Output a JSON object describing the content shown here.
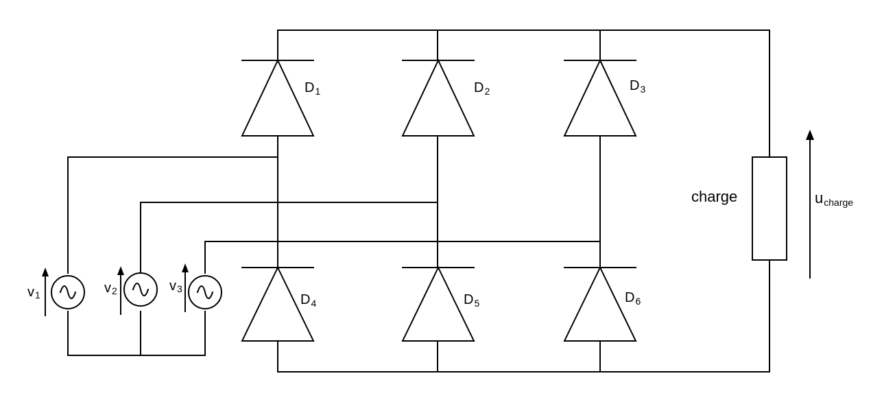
{
  "diodes": {
    "d1": {
      "letter": "D",
      "index": "1"
    },
    "d2": {
      "letter": "D",
      "index": "2"
    },
    "d3": {
      "letter": "D",
      "index": "3"
    },
    "d4": {
      "letter": "D",
      "index": "4"
    },
    "d5": {
      "letter": "D",
      "index": "5"
    },
    "d6": {
      "letter": "D",
      "index": "6"
    }
  },
  "sources": {
    "v1": {
      "letter": "v",
      "index": "1",
      "icon": "ac-source-icon"
    },
    "v2": {
      "letter": "v",
      "index": "2",
      "icon": "ac-source-icon"
    },
    "v3": {
      "letter": "v",
      "index": "3",
      "icon": "ac-source-icon"
    }
  },
  "load": {
    "label": "charge"
  },
  "voltage": {
    "letter": "u",
    "sub": "charge"
  }
}
